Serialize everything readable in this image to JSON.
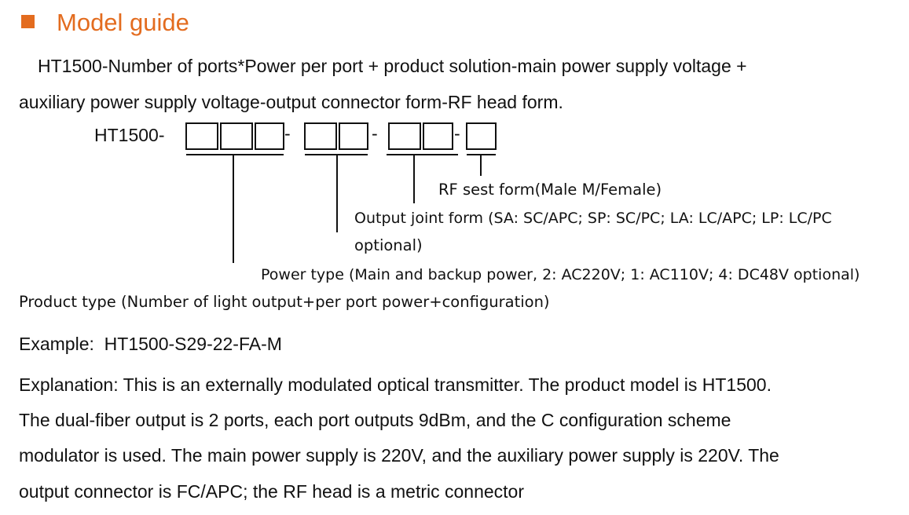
{
  "heading": {
    "title": "Model guide",
    "color": "#e36c1f"
  },
  "formula": {
    "line1": "HT1500-Number of ports*Power per port + product solution-main power supply voltage +",
    "line2": "auxiliary power supply voltage-output connector form-RF head form."
  },
  "diagram": {
    "prefix": "HT1500-",
    "sep1": "-",
    "sep2": "-",
    "sep3": "-",
    "labels": {
      "rf": "RF sest form(Male M/Female)",
      "output_joint_l1": "Output joint form (SA: SC/APC; SP: SC/PC; LA: LC/APC; LP: LC/PC",
      "output_joint_l2": "optional)",
      "power_type": "Power type (Main and backup power, 2: AC220V; 1: AC110V; 4: DC48V optional)",
      "product_type": "Product type (Number of light output+per port power+configuration)"
    }
  },
  "example": {
    "text": "Example:  HT1500-S29-22-FA-M"
  },
  "explanation": {
    "lines": [
      "Explanation: This is an externally modulated optical transmitter. The product model is HT1500.",
      "The dual-fiber output is 2 ports, each port outputs 9dBm, and the C configuration scheme",
      "modulator is used. The main power supply is 220V, and the auxiliary power supply is 220V. The",
      "output connector is FC/APC; the RF head is a metric connector"
    ]
  }
}
